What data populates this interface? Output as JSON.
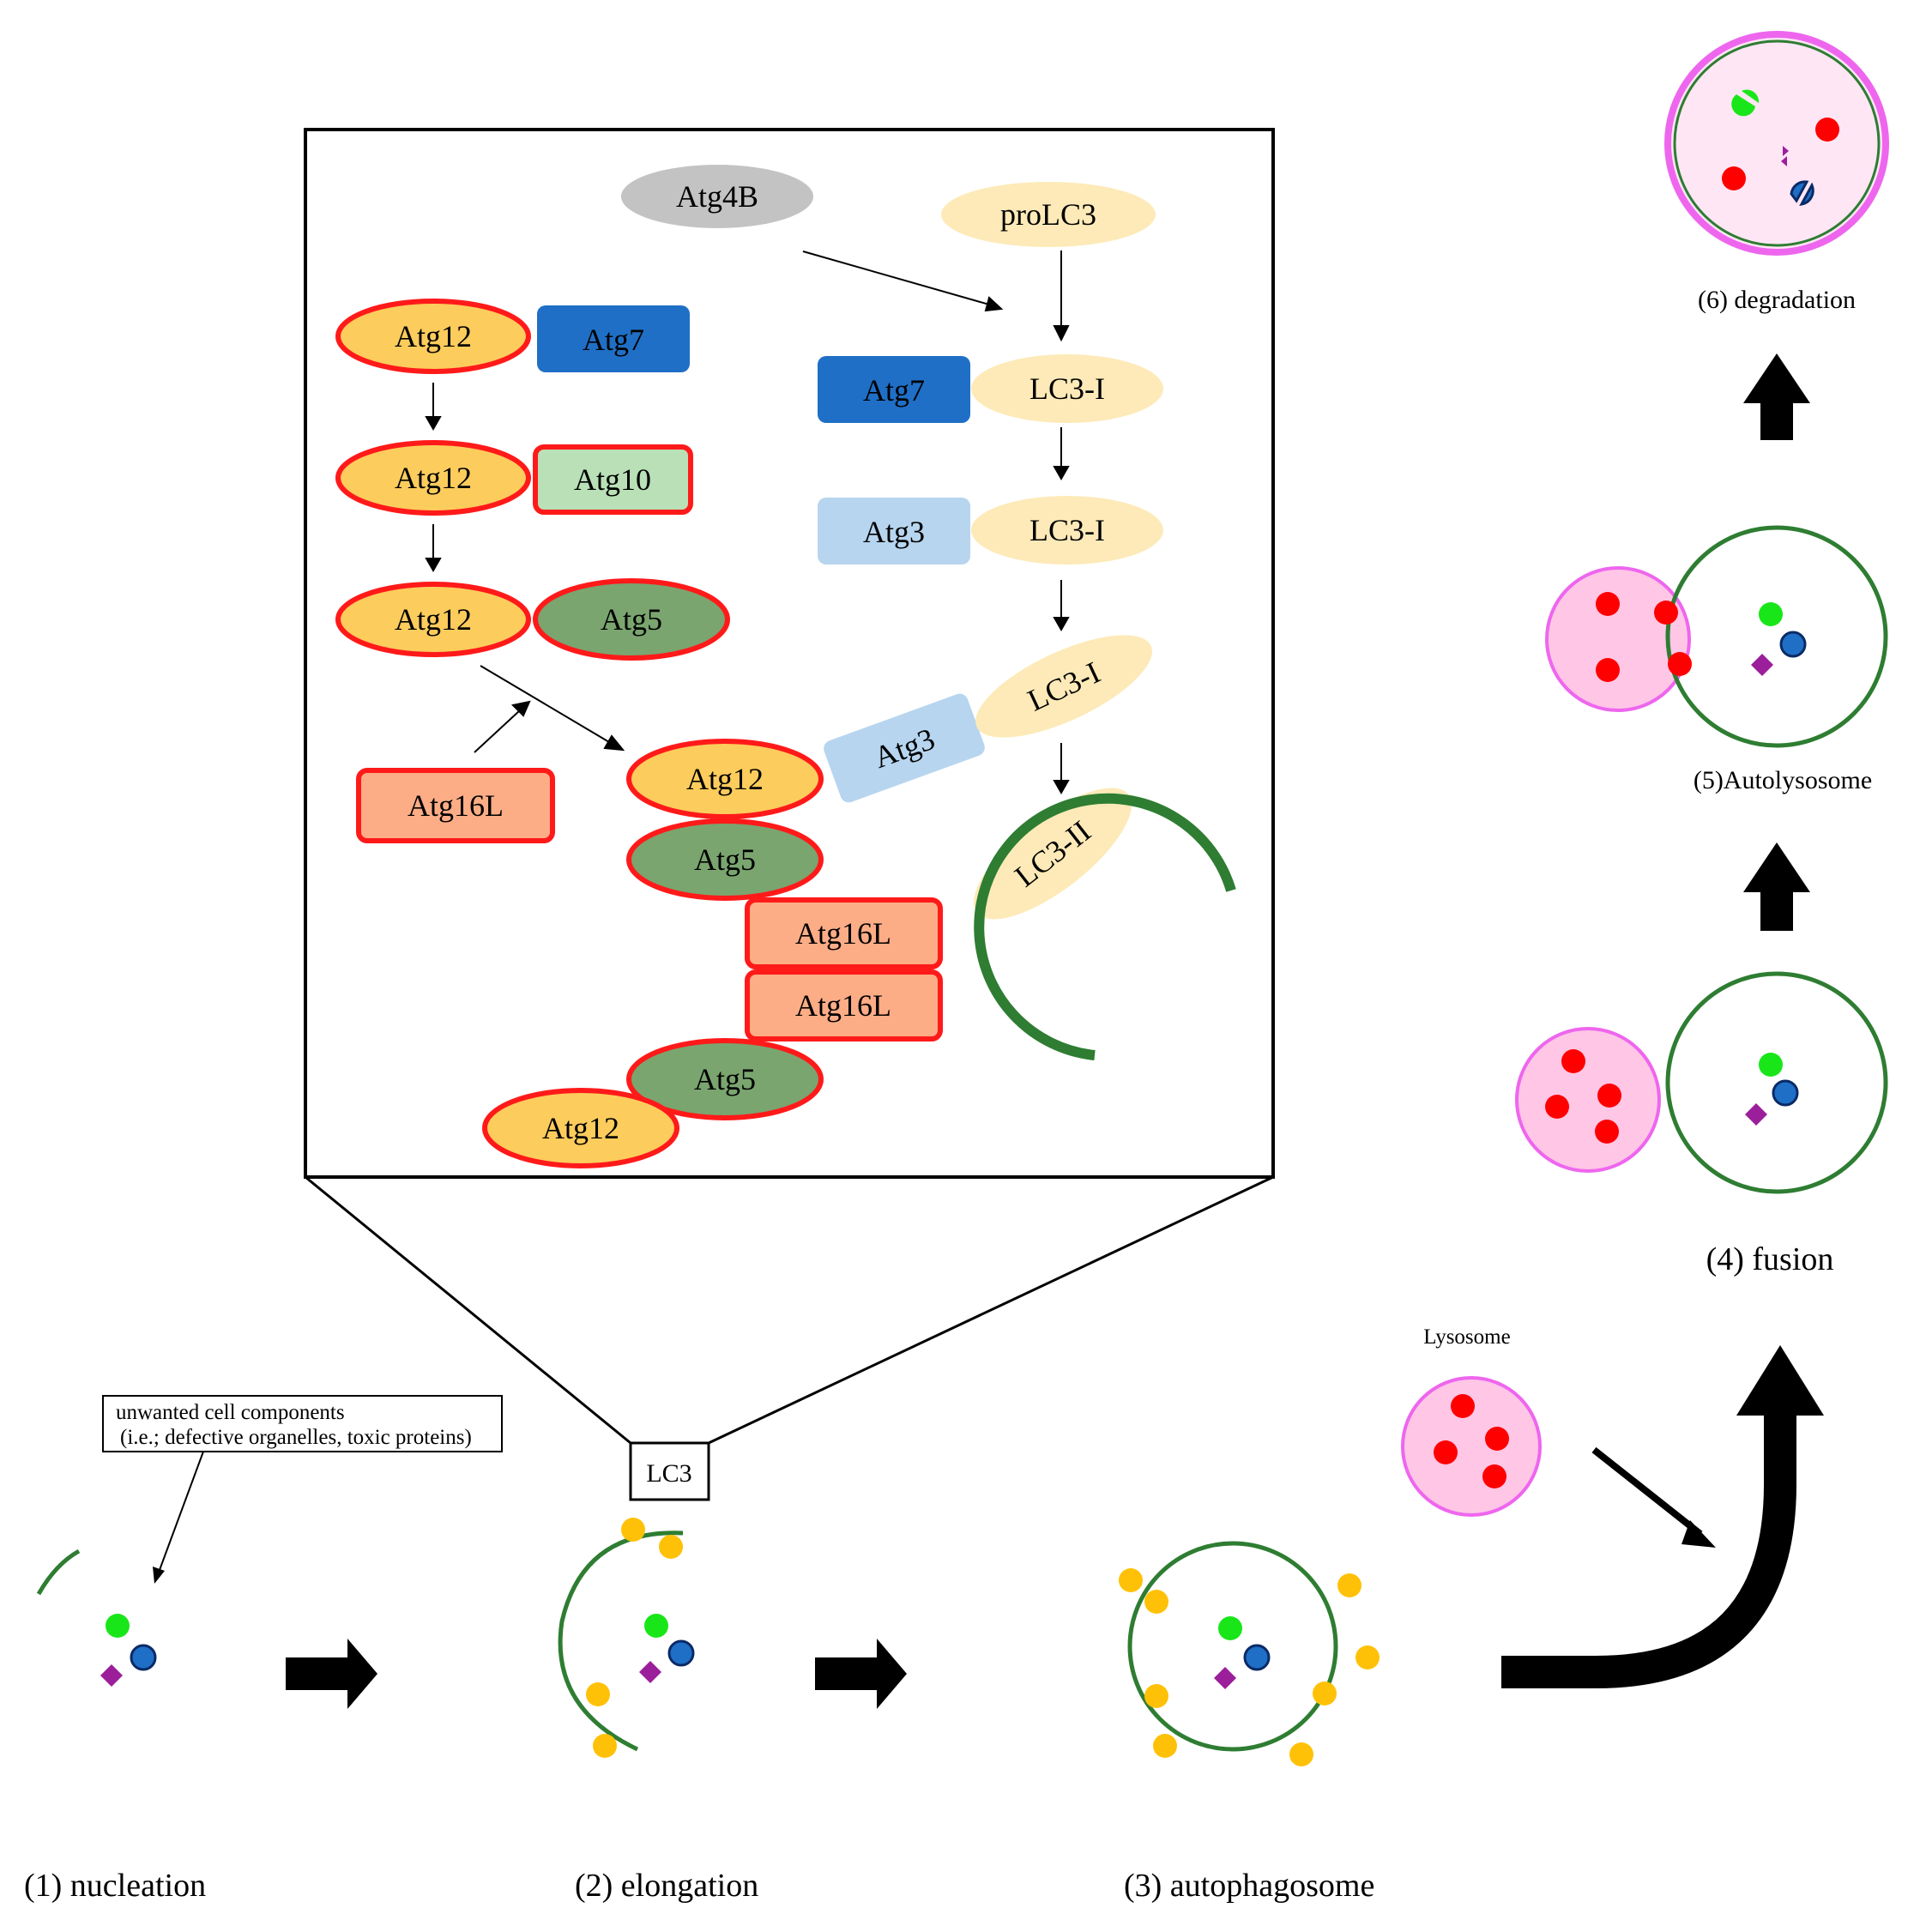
{
  "colors": {
    "atg12_fill": "#fccc5c",
    "atg5_fill": "#7aa56f",
    "atg16l_fill": "#fcad86",
    "atg10_fill": "#b9e0b6",
    "atg7_fill": "#1f6fc6",
    "atg3_fill": "#b7d5ef",
    "lc3_fill": "#fdeab8",
    "atg4b_fill": "#c3c3c3",
    "red_border": "#ff1a1a",
    "membrane_green": "#2e7d32",
    "lysosome_pink": "#ffc6e6",
    "lysosome_border": "#ee66ee",
    "cargo_green": "#19e619",
    "cargo_blue": "#1f6fc6",
    "cargo_purple": "#9b1f9b",
    "lc3_dot": "#ffc107",
    "red_dot": "#ff0000"
  },
  "inset": {
    "atg4b": "Atg4B",
    "prolc3": "proLC3",
    "atg12_a": "Atg12",
    "atg7_a": "Atg7",
    "atg12_b": "Atg12",
    "atg10": "Atg10",
    "atg12_c": "Atg12",
    "atg5_c": "Atg5",
    "atg16l_free": "Atg16L",
    "complex_atg12_top": "Atg12",
    "complex_atg5_top": "Atg5",
    "complex_atg16l_1": "Atg16L",
    "complex_atg16l_2": "Atg16L",
    "complex_atg5_bottom": "Atg5",
    "complex_atg12_bottom": "Atg12",
    "atg7_b": "Atg7",
    "lc3i_1": "LC3-I",
    "atg3_a": "Atg3",
    "lc3i_2": "LC3-I",
    "atg3_b": "Atg3",
    "lc3i_3": "LC3-I",
    "lc3ii": "LC3-II"
  },
  "labels": {
    "lc3_box": "LC3",
    "unwanted_line1": "unwanted cell components",
    "unwanted_line2": "(i.e.; defective organelles, toxic proteins)",
    "lysosome": "Lysosome",
    "stage1": "(1) nucleation",
    "stage2": "(2) elongation",
    "stage3": "(3) autophagosome",
    "stage4": "(4) fusion",
    "stage5": "(5)Autolysosome",
    "stage6": "(6) degradation"
  }
}
